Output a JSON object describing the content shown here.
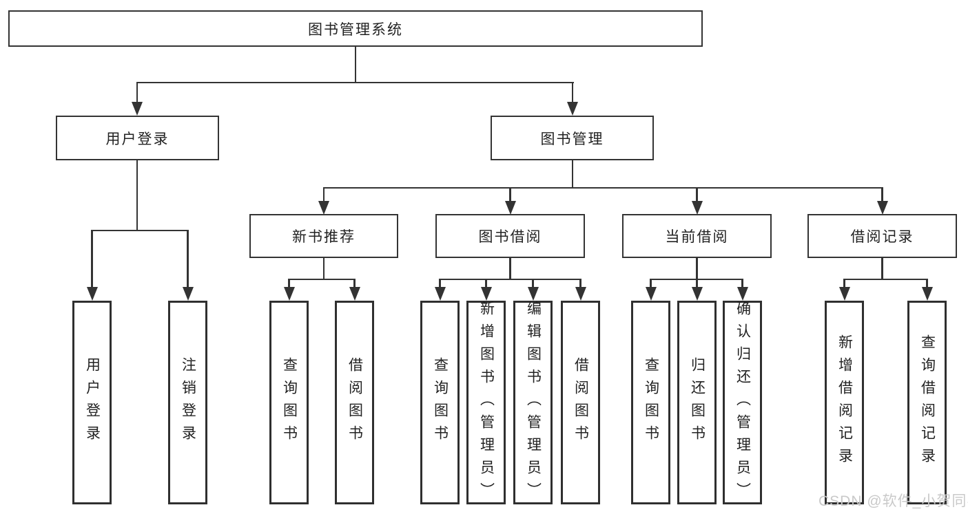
{
  "diagram": {
    "type": "hierarchy-tree",
    "colors": {
      "line": "#333333",
      "border": "#333333",
      "text": "#222222",
      "background": "#ffffff",
      "watermark": "#c9c9c9"
    },
    "watermark": "CSDN @软件_小贺同学",
    "tree": {
      "label": "图书管理系统",
      "children": [
        {
          "label": "用户登录",
          "children": [
            {
              "label": "用户登录"
            },
            {
              "label": "注销登录"
            }
          ]
        },
        {
          "label": "图书管理",
          "children": [
            {
              "label": "新书推荐",
              "children": [
                {
                  "label": "查询图书"
                },
                {
                  "label": "借阅图书"
                }
              ]
            },
            {
              "label": "图书借阅",
              "children": [
                {
                  "label": "查询图书"
                },
                {
                  "label": "新增图书（管理员）"
                },
                {
                  "label": "编辑图书（管理员）"
                },
                {
                  "label": "借阅图书"
                }
              ]
            },
            {
              "label": "当前借阅",
              "children": [
                {
                  "label": "查询图书"
                },
                {
                  "label": "归还图书"
                },
                {
                  "label": "确认归还（管理员）"
                }
              ]
            },
            {
              "label": "借阅记录",
              "children": [
                {
                  "label": "新增借阅记录"
                },
                {
                  "label": "查询借阅记录"
                }
              ]
            }
          ]
        }
      ]
    }
  }
}
